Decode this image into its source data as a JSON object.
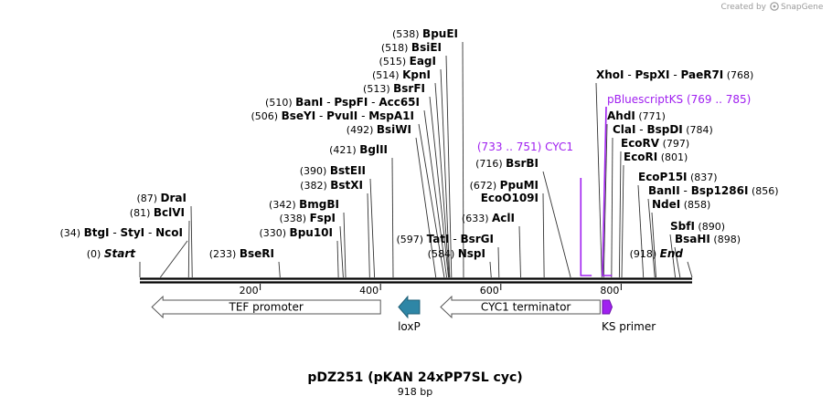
{
  "credit": {
    "prefix": "Created by",
    "brand": "SnapGene"
  },
  "plasmid": {
    "name": "pDZ251 (pKAN 24xPP7SL cyc)",
    "length_label": "918 bp",
    "length": 918
  },
  "ruler": {
    "ticks": [
      "200",
      "400",
      "600",
      "800"
    ]
  },
  "colors": {
    "purple": "#a020f0",
    "loxp": "#2e86a6",
    "ks_primer": "#a020f0",
    "line": "#000000"
  },
  "sites": [
    {
      "pos": "(0)",
      "names": [
        "Start"
      ],
      "italic": true,
      "bp": 0
    },
    {
      "pos": "(34)",
      "names": [
        "BtgI",
        "StyI",
        "NcoI"
      ],
      "bp": 34
    },
    {
      "pos": "(81)",
      "names": [
        "BclVI"
      ],
      "bp": 81
    },
    {
      "pos": "(87)",
      "names": [
        "DraI"
      ],
      "bp": 87
    },
    {
      "pos": "(233)",
      "names": [
        "BseRI"
      ],
      "bp": 233
    },
    {
      "pos": "(330)",
      "names": [
        "Bpu10I"
      ],
      "bp": 330
    },
    {
      "pos": "(338)",
      "names": [
        "FspI"
      ],
      "bp": 338
    },
    {
      "pos": "(342)",
      "names": [
        "BmgBI"
      ],
      "bp": 342
    },
    {
      "pos": "(382)",
      "names": [
        "BstXI"
      ],
      "bp": 382
    },
    {
      "pos": "(390)",
      "names": [
        "BstEII"
      ],
      "bp": 390
    },
    {
      "pos": "(421)",
      "names": [
        "BglII"
      ],
      "bp": 421
    },
    {
      "pos": "(492)",
      "names": [
        "BsiWI"
      ],
      "bp": 492
    },
    {
      "pos": "(506)",
      "names": [
        "BseYI",
        "PvuII",
        "MspA1I"
      ],
      "bp": 506
    },
    {
      "pos": "(510)",
      "names": [
        "BanI",
        "PspFI",
        "Acc65I"
      ],
      "bp": 510
    },
    {
      "pos": "(513)",
      "names": [
        "BsrFI"
      ],
      "bp": 513
    },
    {
      "pos": "(514)",
      "names": [
        "KpnI"
      ],
      "bp": 514
    },
    {
      "pos": "(515)",
      "names": [
        "EagI"
      ],
      "bp": 515
    },
    {
      "pos": "(518)",
      "names": [
        "BsiEI"
      ],
      "bp": 518
    },
    {
      "pos": "(538)",
      "names": [
        "BpuEI"
      ],
      "bp": 538
    },
    {
      "pos": "(584)",
      "names": [
        "NspI"
      ],
      "bp": 584
    },
    {
      "pos": "(597)",
      "names": [
        "TatI",
        "BsrGI"
      ],
      "bp": 597
    },
    {
      "pos": "(633)",
      "names": [
        "AclI"
      ],
      "bp": 633
    },
    {
      "pos": "(672)",
      "names": [
        "PpuMI"
      ],
      "bp": 672
    },
    {
      "pos": "",
      "names": [
        "EcoO109I"
      ],
      "bp": 672
    },
    {
      "pos": "(716)",
      "names": [
        "BsrBI"
      ],
      "bp": 716
    },
    {
      "pos": "(768)",
      "names": [
        "XhoI",
        "PspXI",
        "PaeR7I"
      ],
      "bp": 768
    },
    {
      "pos": "(771)",
      "names": [
        "AhdI"
      ],
      "bp": 771
    },
    {
      "pos": "(784)",
      "names": [
        "ClaI",
        "BspDI"
      ],
      "bp": 784
    },
    {
      "pos": "(797)",
      "names": [
        "EcoRV"
      ],
      "bp": 797
    },
    {
      "pos": "(801)",
      "names": [
        "EcoRI"
      ],
      "bp": 801
    },
    {
      "pos": "(837)",
      "names": [
        "EcoP15I"
      ],
      "bp": 837
    },
    {
      "pos": "(856)",
      "names": [
        "BanII",
        "Bsp1286I"
      ],
      "bp": 856
    },
    {
      "pos": "(858)",
      "names": [
        "NdeI"
      ],
      "bp": 858
    },
    {
      "pos": "(890)",
      "names": [
        "SbfI"
      ],
      "bp": 890
    },
    {
      "pos": "(898)",
      "names": [
        "BsaHI"
      ],
      "bp": 898
    },
    {
      "pos": "(918)",
      "names": [
        "End"
      ],
      "italic": true,
      "bp": 918
    }
  ],
  "primer_sites": [
    {
      "name": "CYC1",
      "range": "(733 .. 751)",
      "start": 733,
      "end": 751
    },
    {
      "name": "pBluescriptKS",
      "range": "(769 .. 785)",
      "start": 769,
      "end": 785
    }
  ],
  "features": [
    {
      "label": "TEF promoter",
      "start": 20,
      "end": 400,
      "direction": "left"
    },
    {
      "label": "loxP",
      "start": 430,
      "end": 465,
      "direction": "left"
    },
    {
      "label": "CYC1 terminator",
      "start": 500,
      "end": 765,
      "direction": "left"
    },
    {
      "label": "KS primer",
      "start": 769,
      "end": 785,
      "direction": "right"
    }
  ]
}
